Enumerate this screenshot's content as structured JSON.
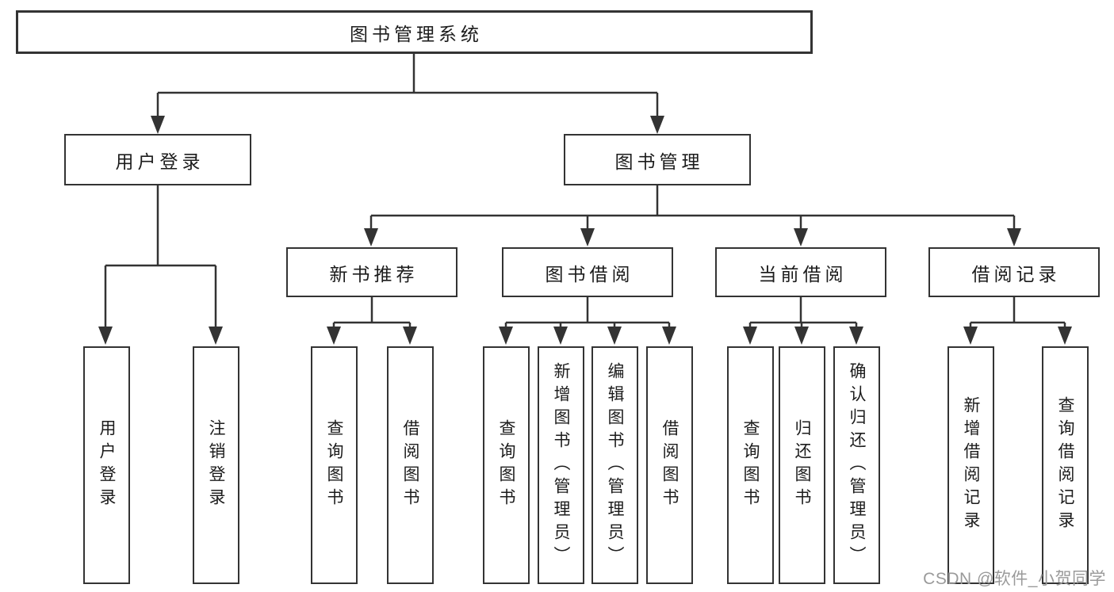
{
  "nodes": {
    "root": {
      "label": "图书管理系统"
    },
    "user_login": {
      "label": "用户登录",
      "children": {
        "login": {
          "label": "用户登录"
        },
        "logout": {
          "label": "注销登录"
        }
      }
    },
    "book_mgmt": {
      "label": "图书管理",
      "children": {
        "new_book": {
          "label": "新书推荐",
          "children": {
            "query_book": {
              "label": "查询图书"
            },
            "borrow_book": {
              "label": "借阅图书"
            }
          }
        },
        "book_borrow": {
          "label": "图书借阅",
          "children": {
            "query_book": {
              "label": "查询图书"
            },
            "add_book": {
              "label": "新增图书（管理员）"
            },
            "edit_book": {
              "label": "编辑图书（管理员）"
            },
            "borrow_book": {
              "label": "借阅图书"
            }
          }
        },
        "current_borrow": {
          "label": "当前借阅",
          "children": {
            "query_book": {
              "label": "查询图书"
            },
            "return_book": {
              "label": "归还图书"
            },
            "confirm_return": {
              "label": "确认归还（管理员）"
            }
          }
        },
        "borrow_records": {
          "label": "借阅记录",
          "children": {
            "add_record": {
              "label": "新增借阅记录"
            },
            "query_record": {
              "label": "查询借阅记录"
            }
          }
        }
      }
    }
  },
  "watermark": {
    "text": "CSDN @软件_小贺同学"
  },
  "colors": {
    "background": "#ffffff",
    "box_fill": "#ffffff",
    "box_border": "#333333",
    "line": "#333333",
    "text": "#1c1c1c",
    "watermark": "#9a9a9a"
  }
}
